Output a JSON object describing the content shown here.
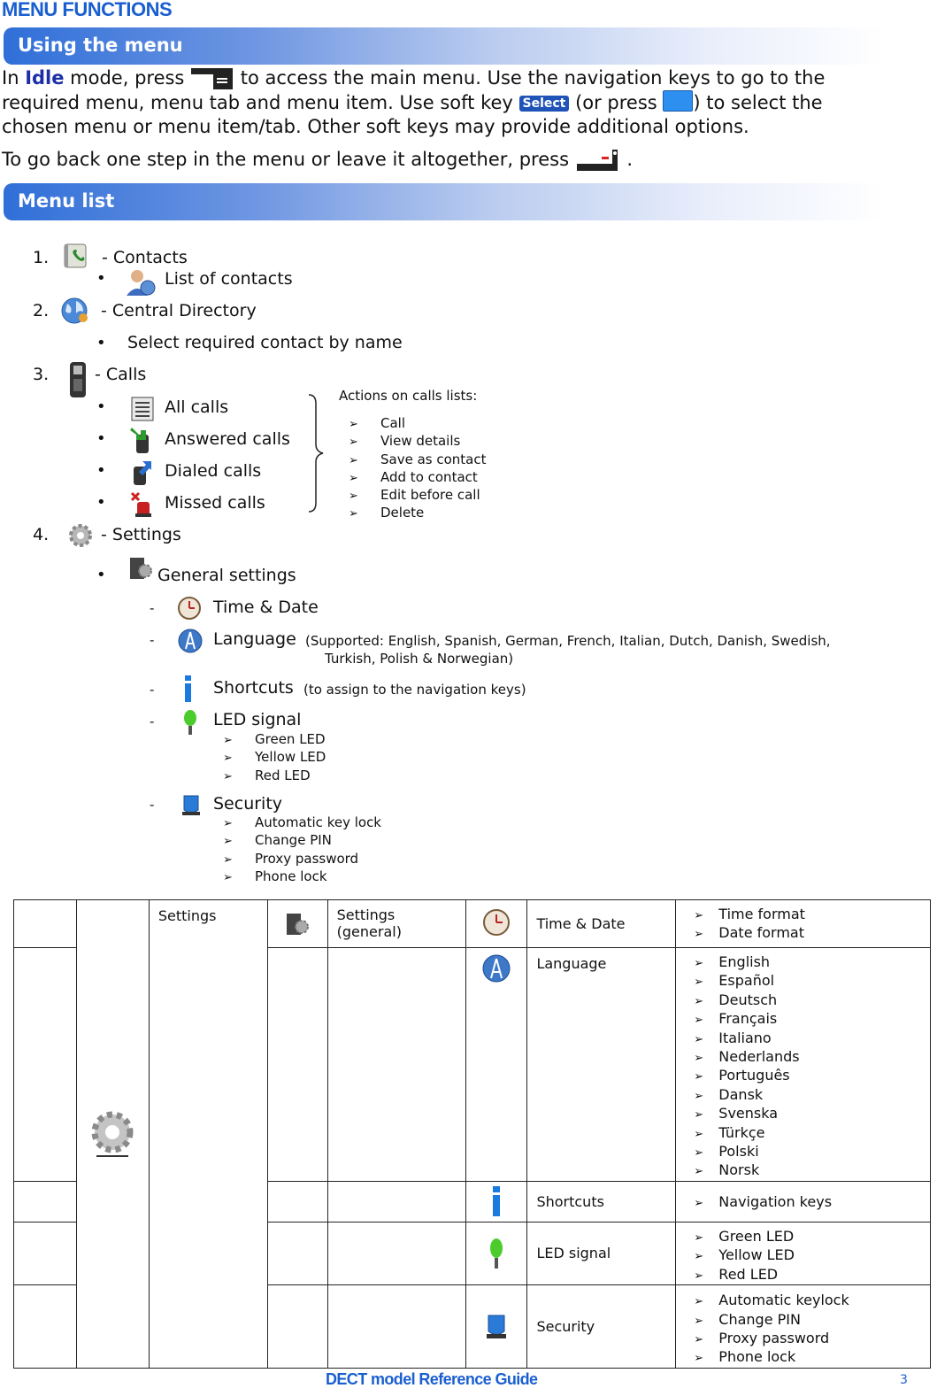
{
  "page_title": "MENU FUNCTIONS",
  "section1": {
    "title": "Using the menu",
    "p1_a": "In ",
    "p1_idle": "Idle",
    "p1_b": " mode, press",
    "p1_c": "to access the main menu. Use the navigation keys to go to the",
    "p1_line2a": "required menu, menu tab and menu item. Use soft key",
    "select_badge": "Select",
    "p1_line2b": "(or press",
    "p1_line2c": ") to select the",
    "p1_line3": "chosen menu or menu item/tab. Other soft keys may provide additional options.",
    "p2": "To go back one step in the menu or leave it altogether, press",
    "p2_end": "."
  },
  "section2": {
    "title": "Menu list",
    "contacts": {
      "num": "1.",
      "label": "- Contacts",
      "sub": "List of contacts"
    },
    "directory": {
      "num": "2.",
      "label": "- Central Directory",
      "sub": "Select required contact by name"
    },
    "calls": {
      "num": "3.",
      "label": "- Calls",
      "items": [
        "All calls",
        "Answered calls",
        "Dialed calls",
        "Missed calls"
      ],
      "actions_title": "Actions on calls lists:",
      "actions": [
        "Call",
        "View details",
        "Save as contact",
        "Add to contact",
        "Edit before call",
        "Delete"
      ]
    },
    "settings": {
      "num": "4.",
      "label": "- Settings",
      "general": "General settings",
      "time_date": "Time & Date",
      "language": "Language",
      "language_note1": "(Supported: English, Spanish, German, French, Italian, Dutch, Danish, Swedish,",
      "language_note2": "Turkish, Polish & Norwegian)",
      "shortcuts": "Shortcuts",
      "shortcuts_note": "(to assign to the navigation keys)",
      "led": "LED signal",
      "led_items": [
        "Green LED",
        "Yellow LED",
        "Red LED"
      ],
      "security": "Security",
      "security_items": [
        "Automatic key lock",
        "Change PIN",
        "Proxy password",
        "Phone lock"
      ]
    }
  },
  "table": {
    "settings": "Settings",
    "settings_general": "Settings (general)",
    "rows": [
      {
        "label": "Time & Date",
        "items": [
          "Time format",
          "Date format"
        ]
      },
      {
        "label": "Language",
        "items": [
          "English",
          "Español",
          "Deutsch",
          "Français",
          "Italiano",
          "Nederlands",
          "Português",
          "Dansk",
          "Svenska",
          "Türkçe",
          "Polski",
          "Norsk"
        ]
      },
      {
        "label": "Shortcuts",
        "items": [
          "Navigation keys"
        ]
      },
      {
        "label": "LED signal",
        "items": [
          "Green LED",
          "Yellow LED",
          "Red LED"
        ]
      },
      {
        "label": "Security",
        "items": [
          "Automatic keylock",
          "Change PIN",
          "Proxy password",
          "Phone lock"
        ]
      }
    ]
  },
  "footer": {
    "title": "DECT model Reference Guide",
    "page": "3"
  },
  "icons": [
    "menu-key-icon",
    "select-key-icon",
    "end-call-key-icon",
    "contacts-book-icon",
    "contact-person-icon",
    "globe-icon",
    "phone-icon",
    "all-calls-icon",
    "answered-calls-icon",
    "dialed-calls-icon",
    "missed-calls-icon",
    "gear-icon",
    "general-settings-icon",
    "clock-icon",
    "language-icon",
    "info-icon",
    "led-icon",
    "security-icon"
  ]
}
